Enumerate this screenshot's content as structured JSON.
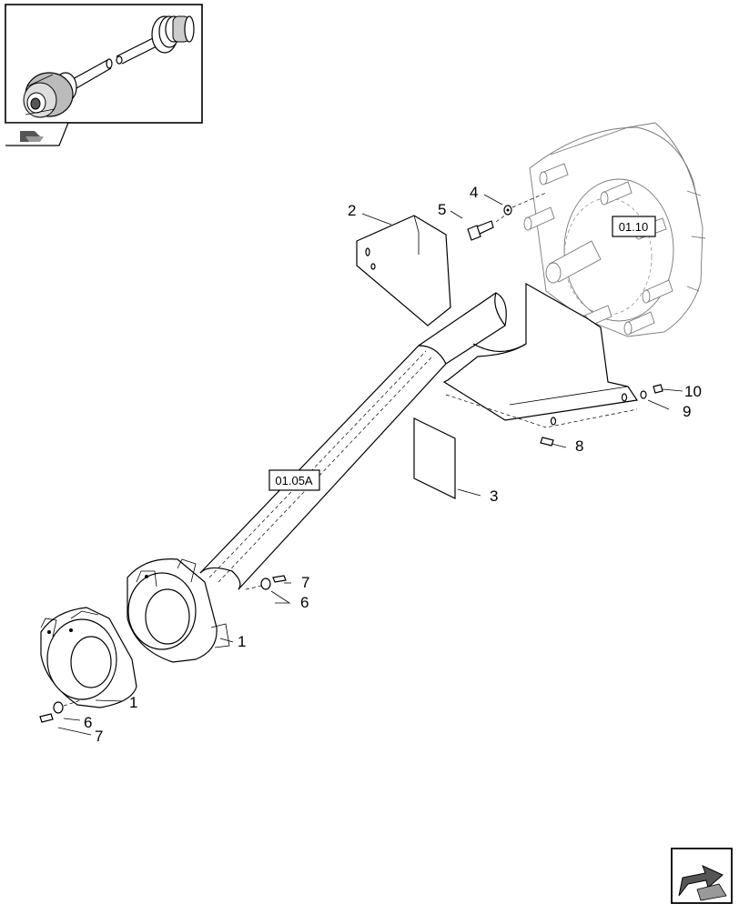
{
  "thumbnail": {
    "icon": "folder-arrow-icon"
  },
  "nav": {
    "icon": "back-arrow-icon"
  },
  "references": {
    "hub_ref": "01.10",
    "shaft_ref": "01.05A"
  },
  "callouts": {
    "c1a": "1",
    "c1b": "1",
    "c2": "2",
    "c3": "3",
    "c4": "4",
    "c5": "5",
    "c6a": "6",
    "c6b": "6",
    "c7a": "7",
    "c7b": "7",
    "c8": "8",
    "c9": "9",
    "c10": "10"
  }
}
